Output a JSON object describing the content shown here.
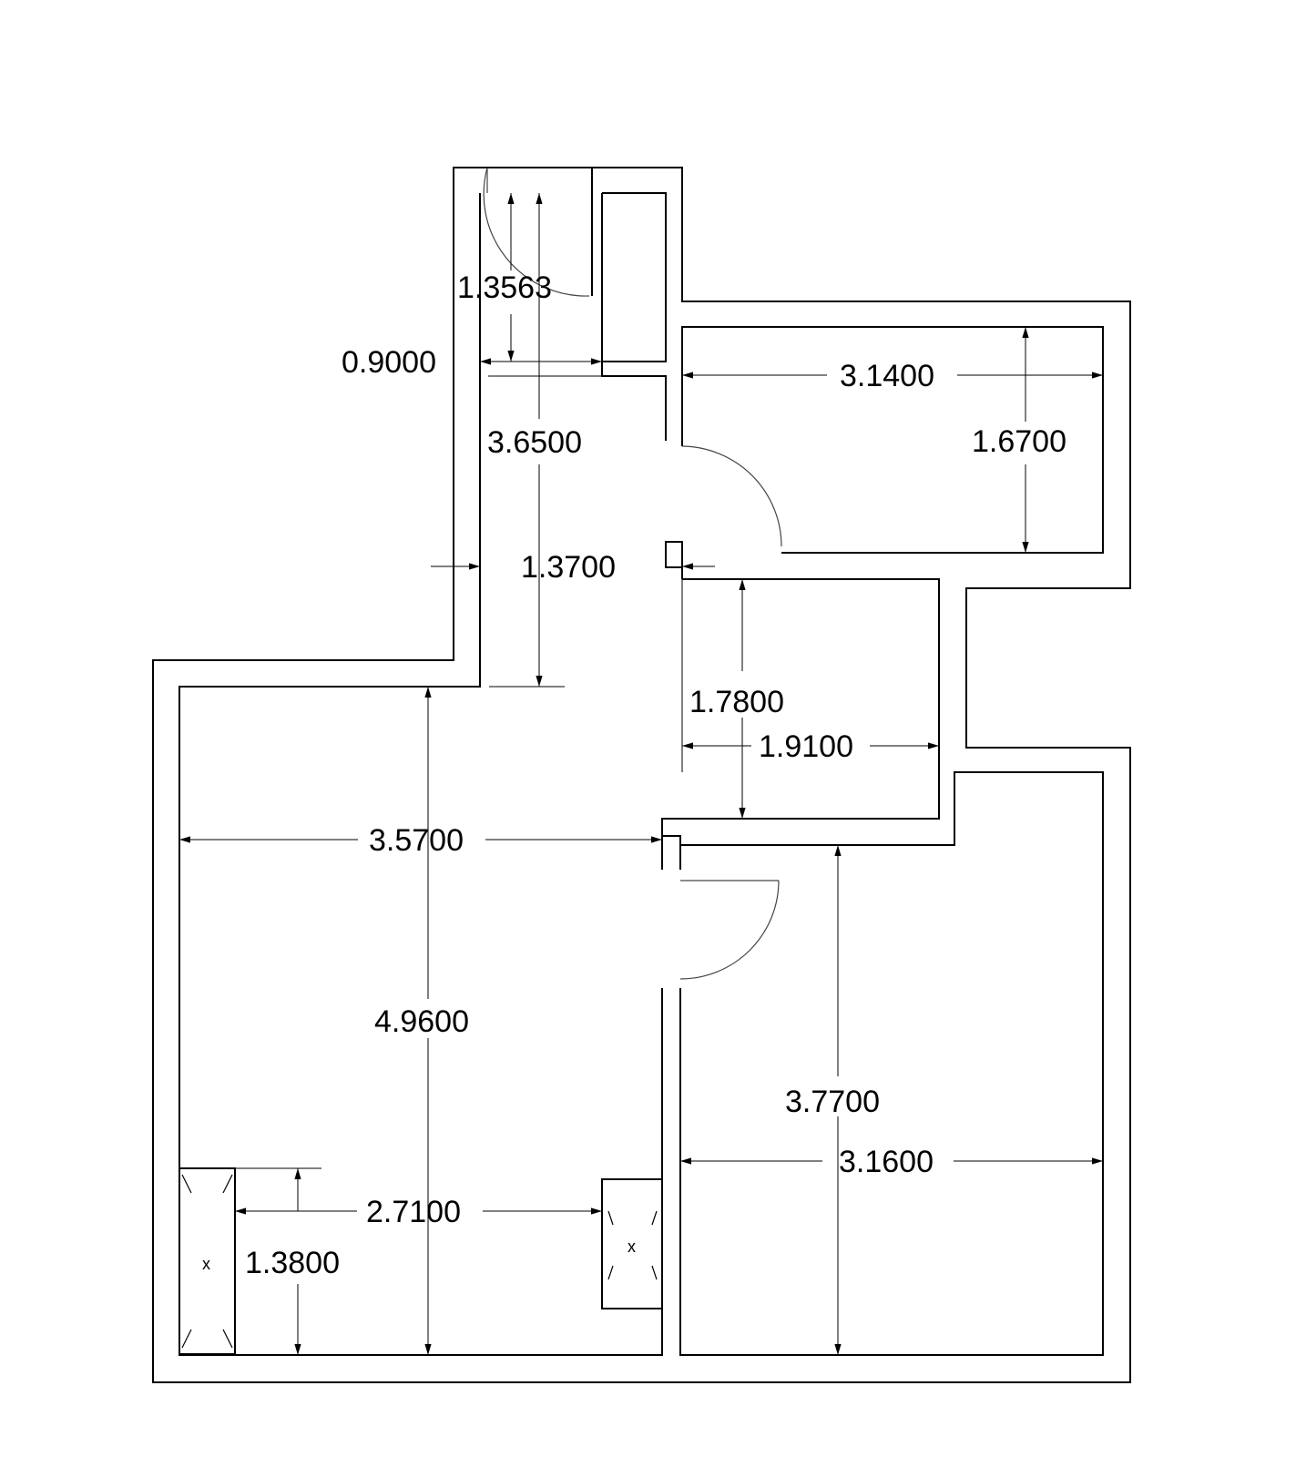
{
  "dimensions": {
    "d_1_3563": "1.3563",
    "d_0_9000": "0.9000",
    "d_3_6500": "3.6500",
    "d_3_1400": "3.1400",
    "d_1_6700": "1.6700",
    "d_1_3700": "1.3700",
    "d_1_7800": "1.7800",
    "d_1_9100": "1.9100",
    "d_3_5700": "3.5700",
    "d_4_9600": "4.9600",
    "d_3_7700": "3.7700",
    "d_3_1600": "3.1600",
    "d_2_7100": "2.7100",
    "d_1_3800": "1.3800"
  },
  "window_marks": {
    "left": "x",
    "right": "x"
  }
}
